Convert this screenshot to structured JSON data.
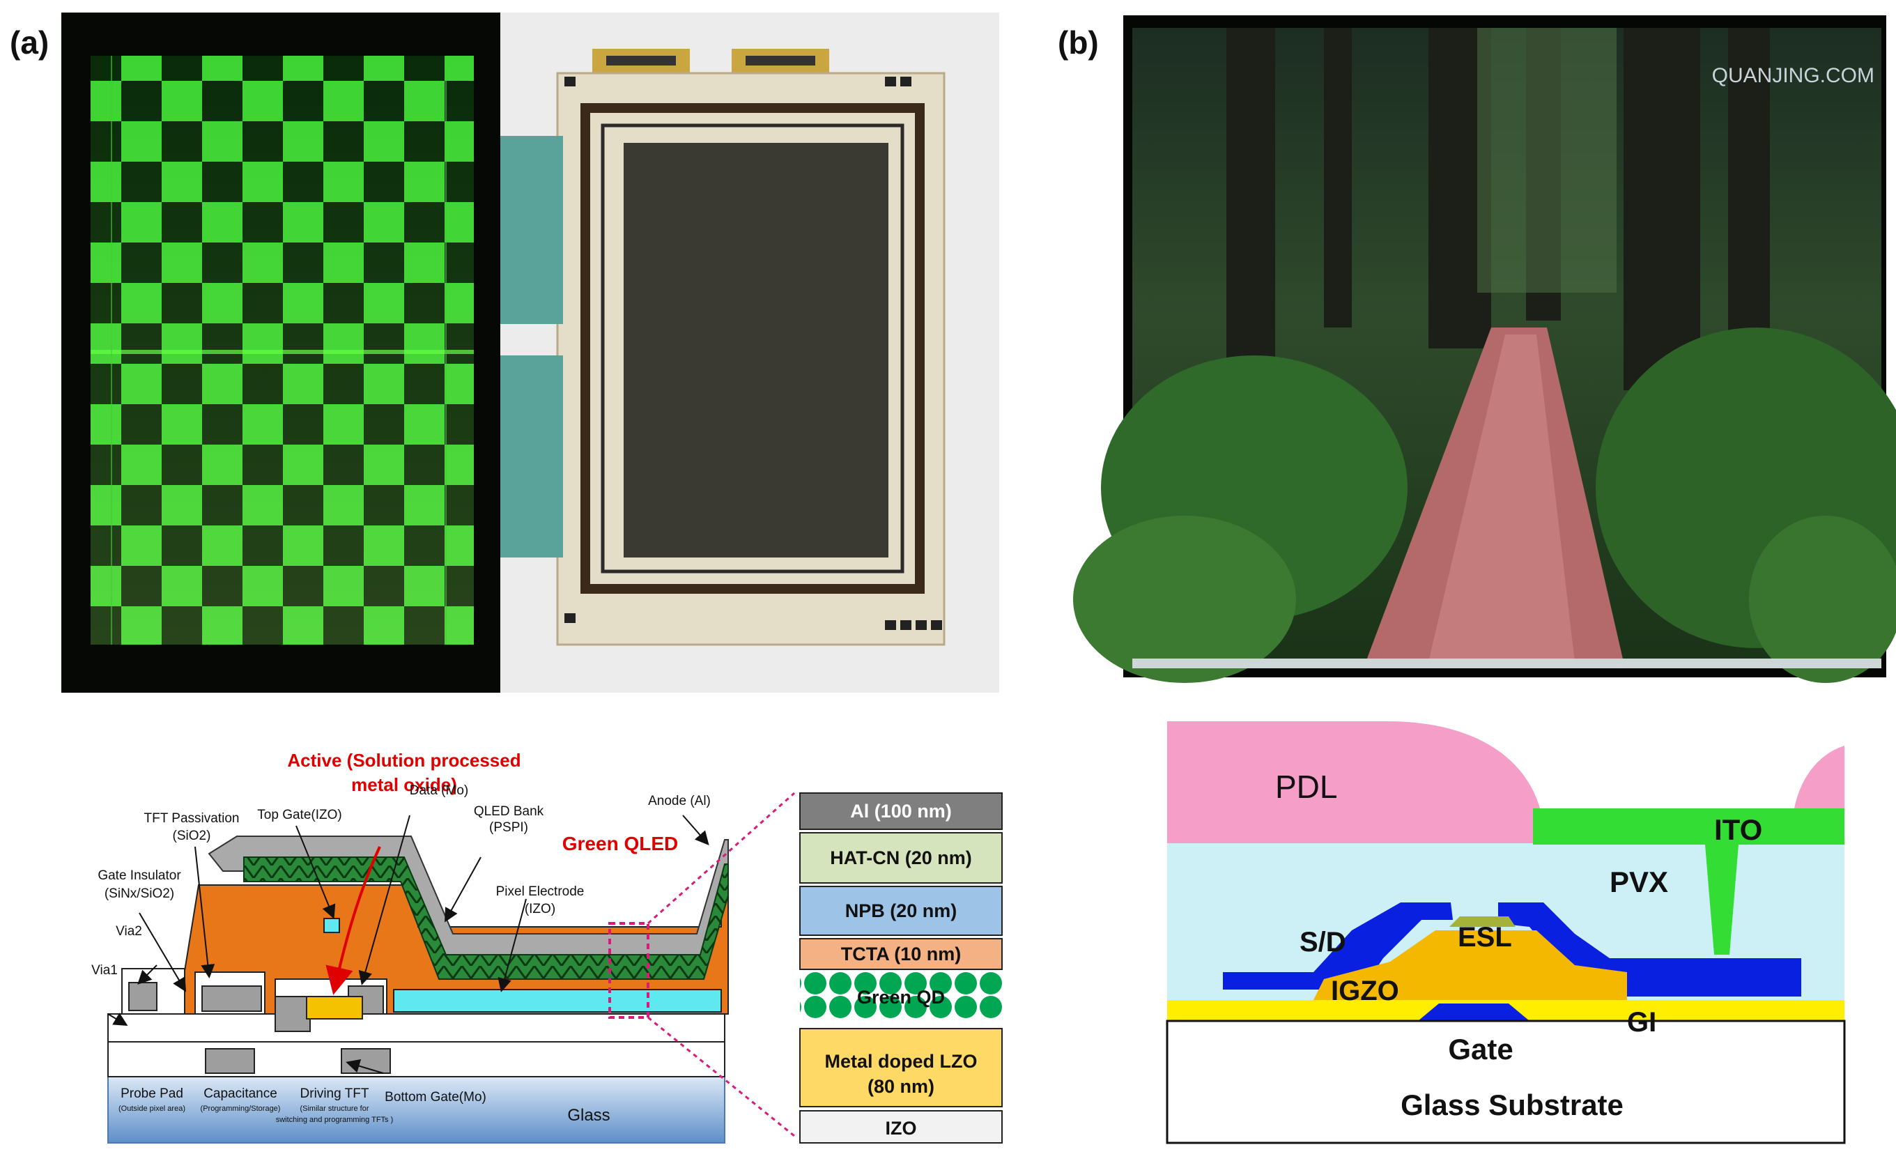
{
  "panels": {
    "a": "(a)",
    "b": "(b)"
  },
  "photo_b": {
    "watermark": "QUANJING.COM"
  },
  "cross_section_a": {
    "title_line1": "Active (Solution processed",
    "title_line2": "metal oxide)",
    "green_qled": "Green QLED",
    "labels": {
      "tft_passivation": "TFT Passivation",
      "tft_passivation_sub": "(SiO2)",
      "top_gate": "Top Gate(IZO)",
      "data": "Data (Mo)",
      "qled_bank": "QLED Bank",
      "qled_bank_sub": "(PSPI)",
      "anode": "Anode (Al)",
      "gate_insulator": "Gate Insulator",
      "gate_insulator_sub": "(SiNx/SiO2)",
      "via2": "Via2",
      "via1": "Via1",
      "pixel_electrode": "Pixel Electrode",
      "pixel_electrode_sub": "(IZO)",
      "probe_pad": "Probe Pad",
      "probe_pad_sub": "(Outside pixel area)",
      "capacitance": "Capacitance",
      "capacitance_sub": "(Programming/Storage)",
      "driving_tft": "Driving TFT",
      "driving_tft_sub1": "(Similar structure for",
      "driving_tft_sub2": "switching and programming TFTs )",
      "bottom_gate": "Bottom Gate(Mo)",
      "glass": "Glass"
    }
  },
  "layer_stack": [
    {
      "label": "Al (100 nm)",
      "color": "#7f7f7f",
      "text_color": "#ffffff"
    },
    {
      "label": "HAT-CN (20 nm)",
      "color": "#d6e4bd",
      "text_color": "#111111"
    },
    {
      "label": "NPB (20 nm)",
      "color": "#9dc3e6",
      "text_color": "#111111"
    },
    {
      "label": "TCTA (10 nm)",
      "color": "#f4b183",
      "text_color": "#111111"
    },
    {
      "label": "Green QD",
      "color": "#00a651",
      "text_color": "#111111"
    },
    {
      "label_line1": "Metal doped LZO",
      "label_line2": "(80 nm)",
      "color": "#ffd966",
      "text_color": "#111111"
    },
    {
      "label": "IZO",
      "color": "#f2f2f2",
      "text_color": "#111111"
    }
  ],
  "cross_section_b": {
    "pdl": "PDL",
    "ito": "ITO",
    "pvx": "PVX",
    "sd": "S/D",
    "esl": "ESL",
    "igzo": "IGZO",
    "gi": "GI",
    "gate": "Gate",
    "substrate": "Glass Substrate",
    "colors": {
      "pdl": "#f59fc8",
      "pvx": "#ccf0f5",
      "ito": "#33dd33",
      "sd": "#0a20e0",
      "igzo": "#f5b800",
      "gi": "#ffee00",
      "gate": "#0a20e0"
    }
  }
}
